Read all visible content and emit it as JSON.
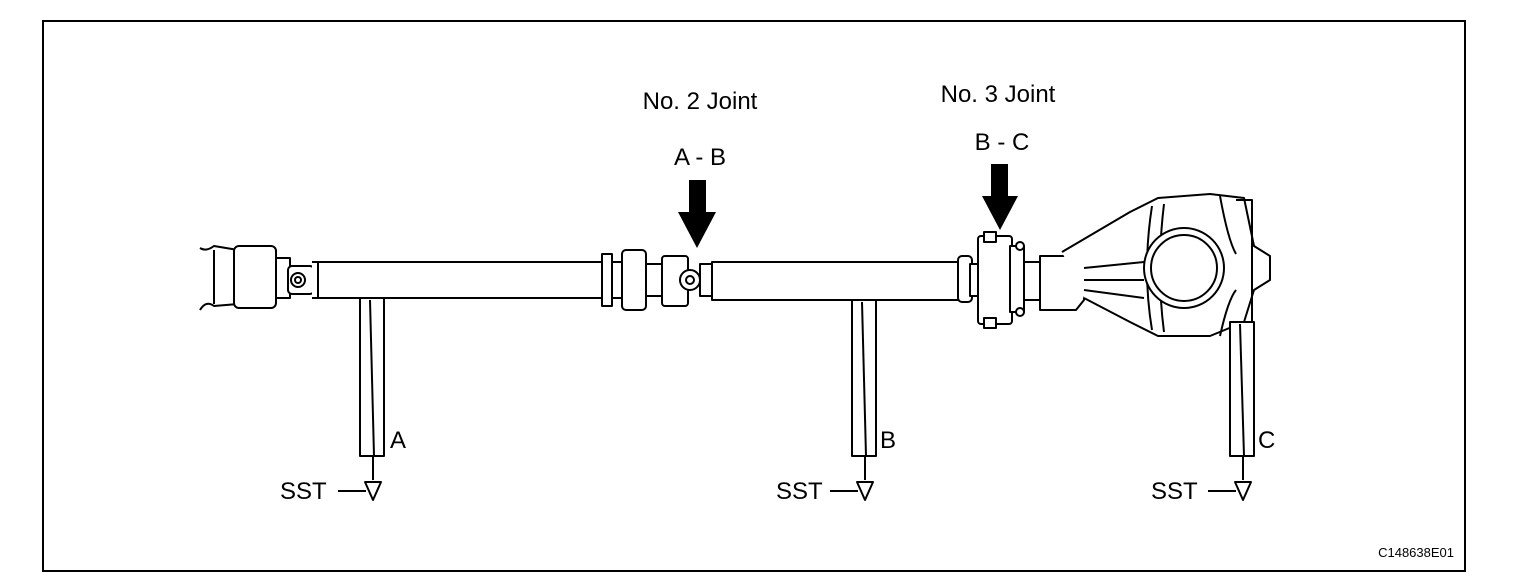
{
  "joints": {
    "no2": {
      "title": "No. 2 Joint",
      "pair": "A - B"
    },
    "no3": {
      "title": "No. 3 Joint",
      "pair": "B - C"
    }
  },
  "gauges": [
    {
      "letter": "A",
      "tool": "SST"
    },
    {
      "letter": "B",
      "tool": "SST"
    },
    {
      "letter": "C",
      "tool": "SST"
    }
  ],
  "figure_code": "C148638E01",
  "colors": {
    "line": "#000000",
    "background": "#ffffff"
  }
}
